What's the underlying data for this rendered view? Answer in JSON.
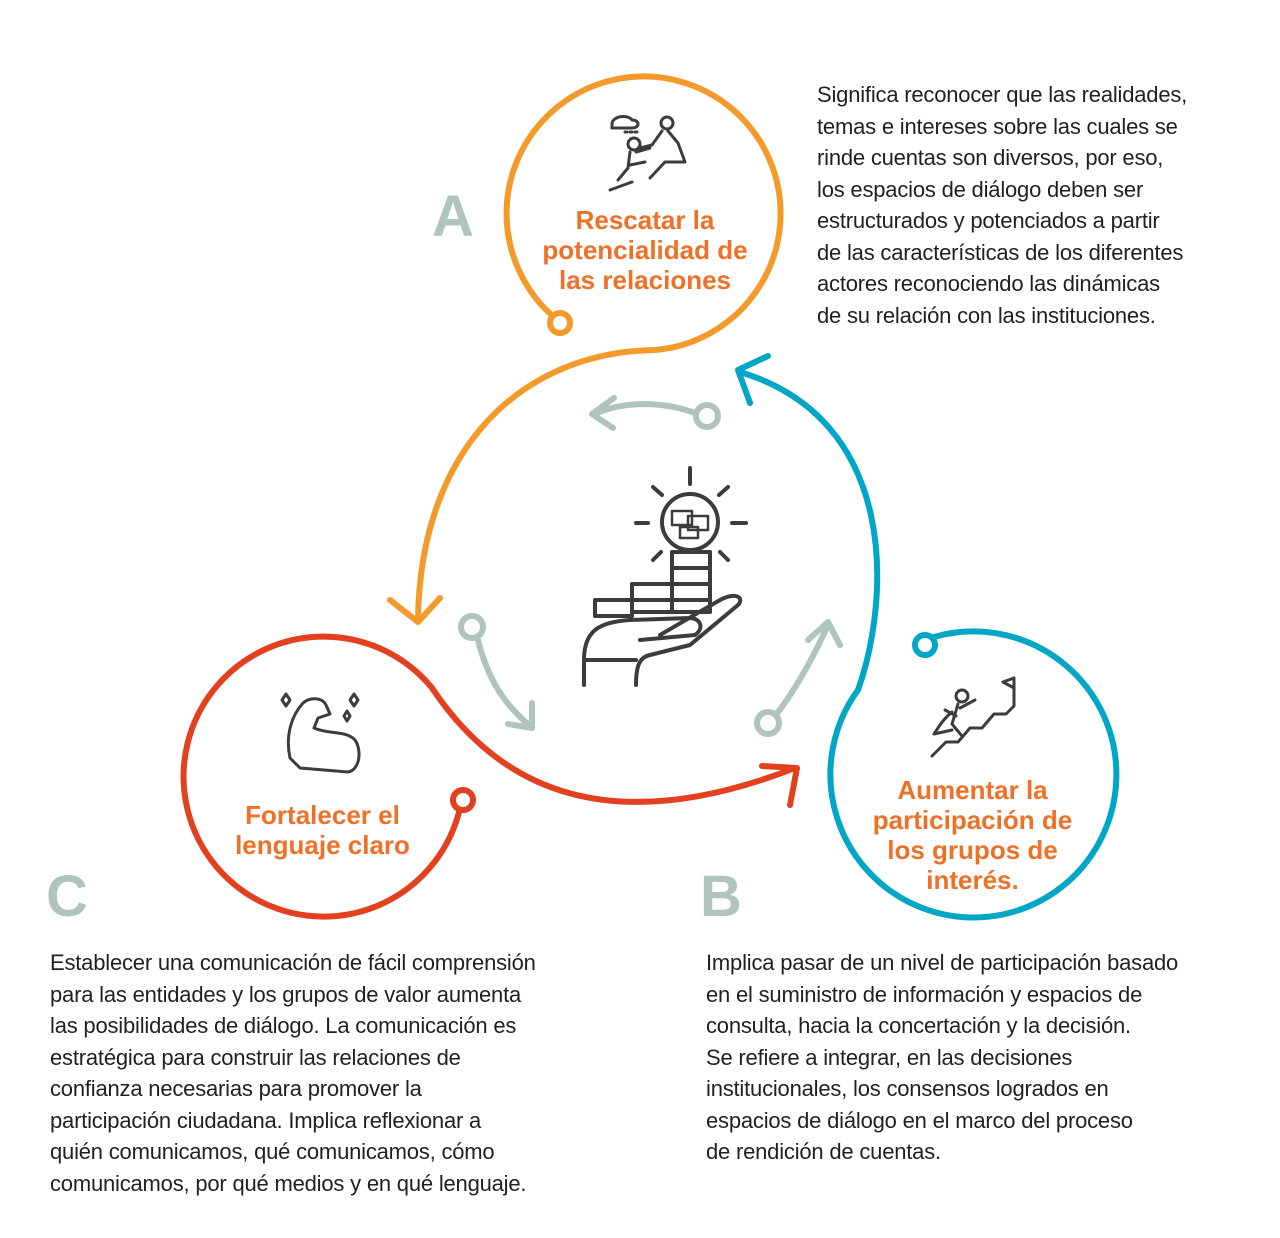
{
  "colors": {
    "orange_ring": "#F39A2B",
    "title_orange": "#EE7127",
    "red": "#E2401F",
    "blue": "#00A6C5",
    "gray": "#AFC3BF",
    "icon": "#3c3c3c"
  },
  "center_icon": "hand-holding-steps-dialogue-icon",
  "sections": {
    "a": {
      "letter": "A",
      "title": "Rescatar la\npotencialidad de\nlas relaciones",
      "icon": "helping-hand-climb-icon",
      "description": "Significa reconocer que las realidades,\ntemas e intereses sobre las cuales se\nrinde cuentas son diversos, por eso,\nlos espacios de diálogo deben ser\nestructurados y potenciados a partir\nde las características de los diferentes\nactores reconociendo las dinámicas\nde su relación con las instituciones."
    },
    "b": {
      "letter": "B",
      "title": "Aumentar la\nparticipación de\nlos grupos de\ninterés.",
      "icon": "hero-climbing-stairs-flag-icon",
      "description": "Implica pasar de un nivel de participación basado\nen el suministro de información y espacios de\nconsulta, hacia la concertación y la decisión.\nSe refiere a integrar, en las decisiones\ninstitucionales, los consensos logrados en\nespacios de diálogo en el marco del proceso\nde rendición de cuentas."
    },
    "c": {
      "letter": "C",
      "title": "Fortalecer el\nlenguaje claro",
      "icon": "strong-arm-icon",
      "description": "Establecer una comunicación de fácil comprensión\npara las entidades y los grupos de valor aumenta\nlas posibilidades de diálogo. La comunicación es\nestratégica para construir las relaciones de\nconfianza necesarias para promover la\nparticipación ciudadana. Implica reflexionar a\nquién comunicamos, qué comunicamos, cómo\ncomunicamos, por qué medios y en qué lenguaje."
    }
  }
}
